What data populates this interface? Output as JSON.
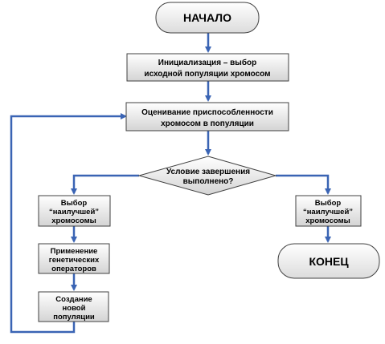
{
  "nodes": {
    "start": {
      "label": "НАЧАЛО"
    },
    "init": {
      "line1": "Инициализация – выбор",
      "line2": "исходной популяции хромосом"
    },
    "evaluate": {
      "line1": "Оценивание приспособленности",
      "line2": "хромосом в популяции"
    },
    "condition": {
      "line1": "Условие завершения",
      "line2": "выполнено?"
    },
    "select_left": {
      "line1": "Выбор",
      "line2": "“наилучшей”",
      "line3": "хромосомы"
    },
    "genetic_ops": {
      "line1": "Применение",
      "line2": "генетических",
      "line3": "операторов"
    },
    "new_population": {
      "line1": "Создание",
      "line2": "новой",
      "line3": "популяции"
    },
    "select_right": {
      "line1": "Выбор",
      "line2": "“наилучшей”",
      "line3": "хромосомы"
    },
    "end": {
      "label": "КОНЕЦ"
    }
  },
  "colors": {
    "arrow": "#3a64b4",
    "box_fill_top": "#ffffff",
    "box_fill_bottom": "#d9d9d9",
    "box_stroke": "#404040"
  }
}
